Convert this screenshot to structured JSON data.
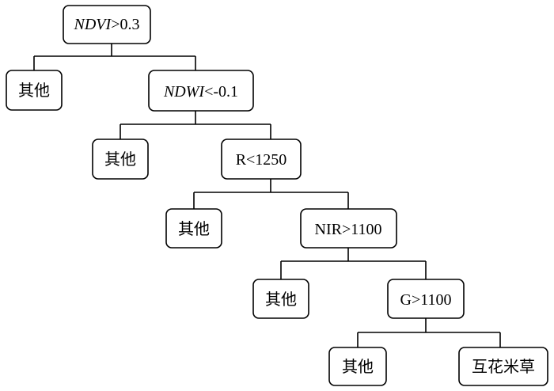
{
  "decision_tree": {
    "root": {
      "var": "NDVI",
      "op": ">0.3"
    },
    "level1": {
      "leaf": "其他",
      "var": "NDWI",
      "op": "<-0.1"
    },
    "level2": {
      "leaf": "其他",
      "condition": "R<1250"
    },
    "level3": {
      "leaf": "其他",
      "condition": "NIR>1100"
    },
    "level4": {
      "leaf": "其他",
      "condition": "G>1100"
    },
    "level5": {
      "leaf": "其他",
      "class": "互花米草"
    }
  }
}
